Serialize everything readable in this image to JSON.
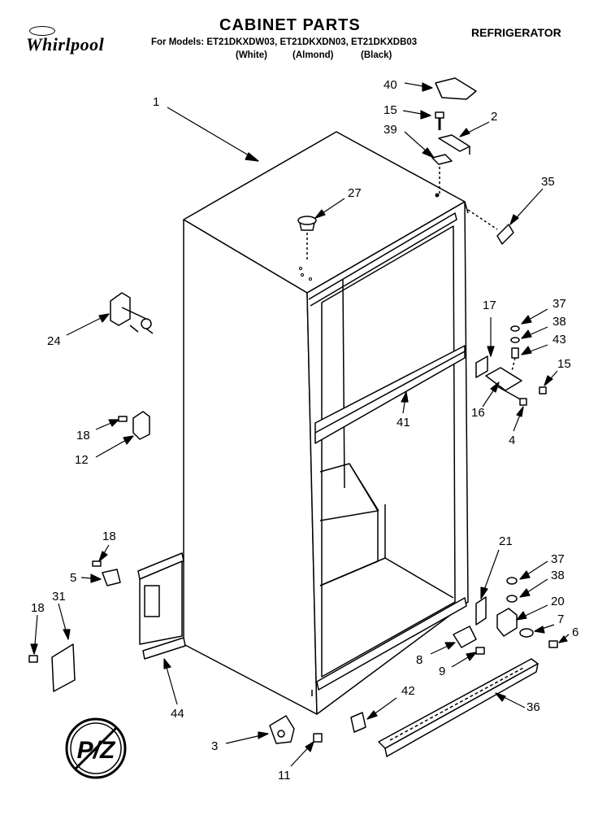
{
  "header": {
    "brand": "Whirlpool",
    "title": "CABINET PARTS",
    "appliance": "REFRIGERATOR",
    "models_line": "For Models: ET21DKXDW03, ET21DKXDN03, ET21DKXDB03",
    "colors": [
      "(White)",
      "(Almond)",
      "(Black)"
    ]
  },
  "callouts": [
    {
      "id": "p1",
      "text": "1"
    },
    {
      "id": "p40",
      "text": "40"
    },
    {
      "id": "p15a",
      "text": "15"
    },
    {
      "id": "p2",
      "text": "2"
    },
    {
      "id": "p39",
      "text": "39"
    },
    {
      "id": "p27",
      "text": "27"
    },
    {
      "id": "p35",
      "text": "35"
    },
    {
      "id": "p24",
      "text": "24"
    },
    {
      "id": "p17",
      "text": "17"
    },
    {
      "id": "p37a",
      "text": "37"
    },
    {
      "id": "p38a",
      "text": "38"
    },
    {
      "id": "p43",
      "text": "43"
    },
    {
      "id": "p15b",
      "text": "15"
    },
    {
      "id": "p16",
      "text": "16"
    },
    {
      "id": "p4",
      "text": "4"
    },
    {
      "id": "p41",
      "text": "41"
    },
    {
      "id": "p18a",
      "text": "18"
    },
    {
      "id": "p12",
      "text": "12"
    },
    {
      "id": "p18b",
      "text": "18"
    },
    {
      "id": "p5",
      "text": "5"
    },
    {
      "id": "p18c",
      "text": "18"
    },
    {
      "id": "p31",
      "text": "31"
    },
    {
      "id": "p21",
      "text": "21"
    },
    {
      "id": "p37b",
      "text": "37"
    },
    {
      "id": "p38b",
      "text": "38"
    },
    {
      "id": "p20",
      "text": "20"
    },
    {
      "id": "p7",
      "text": "7"
    },
    {
      "id": "p6",
      "text": "6"
    },
    {
      "id": "p8",
      "text": "8"
    },
    {
      "id": "p9",
      "text": "9"
    },
    {
      "id": "p44",
      "text": "44"
    },
    {
      "id": "p42",
      "text": "42"
    },
    {
      "id": "p36",
      "text": "36"
    },
    {
      "id": "p3",
      "text": "3"
    },
    {
      "id": "p11",
      "text": "11"
    }
  ],
  "stamp": {
    "text": "P/Z"
  },
  "icons": [
    "whirlpool-logo",
    "pz-stamp"
  ]
}
